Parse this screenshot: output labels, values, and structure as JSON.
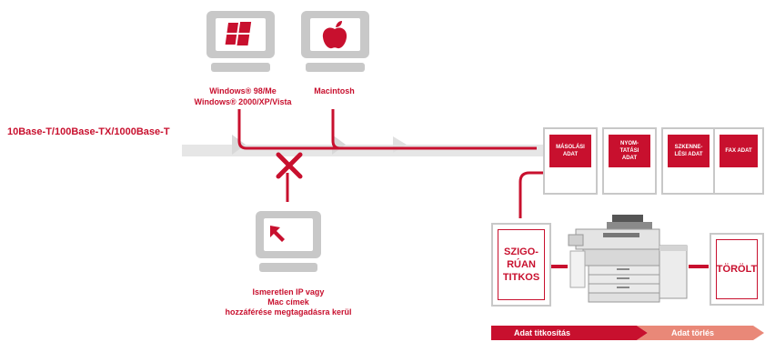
{
  "network": {
    "label": "10Base-T/100Base-TX/1000Base-T"
  },
  "clients": {
    "windows_line1": "Windows® 98/Me",
    "windows_line2": "Windows® 2000/XP/Vista",
    "mac": "Macintosh",
    "unknown_line1": "Ismeretlen IP vagy",
    "unknown_line2": "Mac címek",
    "unknown_line3": "hozzáférése megtagadásra kerül"
  },
  "data_cards": {
    "copy": "MÁSOLÁSI ADAT",
    "print_line1": "NYOM-",
    "print_line2": "TATÁSI",
    "print_line3": "ADAT",
    "scan_line1": "SZKENNE-",
    "scan_line2": "LÉSI ADAT",
    "fax": "FAX ADAT"
  },
  "security": {
    "secret_line1": "SZIGO-",
    "secret_line2": "RÚAN",
    "secret_line3": "TITKOS",
    "deleted": "TÖRÖLT",
    "encrypt_label": "Adat titkosítás",
    "delete_label": "Adat törlés"
  },
  "colors": {
    "accent": "#c8102e",
    "grey": "#c8c8c8",
    "salmon": "#e98878"
  }
}
